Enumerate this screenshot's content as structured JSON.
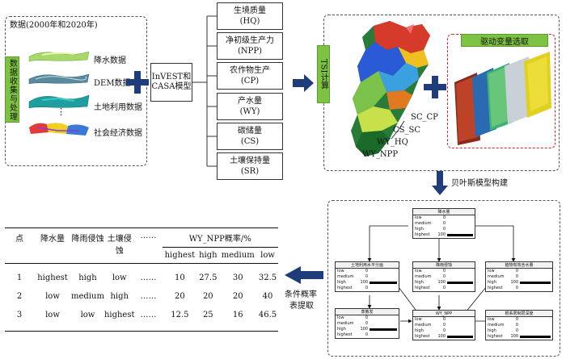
{
  "data_panel": {
    "title": "数据(2000年和2020年)",
    "side_label": "数据收集与处理",
    "items": [
      {
        "label": "降水数据"
      },
      {
        "label": "DEM数据"
      },
      {
        "label": "土地利用数据"
      },
      {
        "label": "社会经济数据"
      }
    ],
    "ellipsis": "⋮"
  },
  "model": {
    "label": "InVEST和CASA模型"
  },
  "services": [
    {
      "name": "生境质量",
      "code": "(HQ)"
    },
    {
      "name": "净初级生产力",
      "code": "(NPP)"
    },
    {
      "name": "农作物生产",
      "code": "(CP)"
    },
    {
      "name": "产水量",
      "code": "(WY)"
    },
    {
      "name": "碳储量",
      "code": "(CS)"
    },
    {
      "name": "土壤保持量",
      "code": "(SR)"
    }
  ],
  "tsi": {
    "side_label": "TSI计算",
    "map_labels": [
      "SC_CP",
      "CS_SC",
      "WY_HQ",
      "WY_NPP"
    ],
    "driver_label": "驱动变量选取"
  },
  "steps": {
    "bayes": "贝叶斯模型构建",
    "cpt_line1": "条件概率",
    "cpt_line2": "表提取"
  },
  "bn": {
    "nodes": [
      {
        "id": "rain",
        "title": "降水量",
        "states": [
          [
            "low",
            0
          ],
          [
            "medium",
            0
          ],
          [
            "high",
            0
          ],
          [
            "highest",
            100
          ]
        ]
      },
      {
        "id": "land",
        "title": "土地利用水平分画",
        "states": [
          [
            "low",
            0
          ],
          [
            "medium",
            0
          ],
          [
            "high",
            100
          ],
          [
            "highest",
            0
          ]
        ]
      },
      {
        "id": "erosion",
        "title": "降雨侵蚀",
        "states": [
          [
            "low",
            0
          ],
          [
            "medium",
            0
          ],
          [
            "high",
            100
          ],
          [
            "highest",
            0
          ]
        ]
      },
      {
        "id": "veg",
        "title": "植物有效含水量",
        "states": [
          [
            "low",
            0
          ],
          [
            "medium",
            0
          ],
          [
            "high",
            100
          ],
          [
            "highest",
            0
          ]
        ]
      },
      {
        "id": "soil",
        "title": "蒸散发",
        "states": [
          [
            "low",
            0
          ],
          [
            "medium",
            0
          ],
          [
            "high",
            100
          ],
          [
            "highest",
            0
          ]
        ]
      },
      {
        "id": "wy",
        "title": "WY_NPP",
        "states": [
          [
            "low",
            0
          ],
          [
            "medium",
            0
          ],
          [
            "high",
            0
          ],
          [
            "highest",
            100
          ]
        ]
      },
      {
        "id": "root",
        "title": "根系限制层深度",
        "states": [
          [
            "low",
            0
          ],
          [
            "medium",
            0
          ],
          [
            "high",
            0
          ],
          [
            "highest",
            100
          ]
        ]
      }
    ]
  },
  "prob_table": {
    "headers": [
      "点",
      "降水量",
      "降雨侵蚀",
      "土壤侵蚀",
      "……",
      "WY_NPP概率/%"
    ],
    "sub_headers": [
      "highest",
      "high",
      "medium",
      "low"
    ],
    "rows": [
      [
        "1",
        "highest",
        "high",
        "low",
        "……",
        "10",
        "27.5",
        "30",
        "32.5"
      ],
      [
        "2",
        "low",
        "medium",
        "high",
        "……",
        "20",
        "20",
        "20",
        "40"
      ],
      [
        "3",
        "low",
        "low",
        "highest",
        "……",
        "12.5",
        "25",
        "16",
        "46.5"
      ]
    ]
  },
  "colors": {
    "accent_green": "#7dc242",
    "arrow_navy": "#1f3d7a",
    "driver_border": "#dd2222"
  }
}
